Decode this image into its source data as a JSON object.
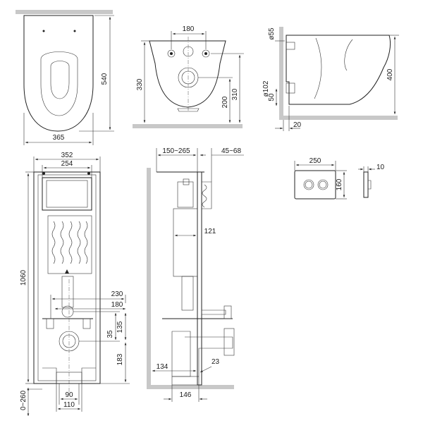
{
  "top_left_toilet_top_view": {
    "depth_label": "540",
    "width_label": "365"
  },
  "front_view_bowl": {
    "hole_spacing_label": "180",
    "height_label": "330",
    "outlet_height_label": "200",
    "inlet_height_label": "310"
  },
  "side_view_bowl": {
    "inlet_diameter_label": "ø55",
    "outlet_diameter_label": "ø102",
    "outlet_offset_label": "50",
    "height_label": "400",
    "wall_gap_label": "20"
  },
  "frame_front_view": {
    "frame_width_label": "352",
    "frame_inner_width_label": "254",
    "frame_height_label": "1060",
    "bolt_spacing_wide_label": "230",
    "bolt_spacing_label": "180",
    "outlet_offset_label": "35",
    "bolt_height_label": "135",
    "outlet_height_label": "183",
    "foot_width_label": "90",
    "foot_outer_width_label": "110",
    "leg_adjust_label": "0~260"
  },
  "frame_side_view": {
    "wall_distance_label": "150~265",
    "flush_depth_label": "45~68",
    "tank_depth_label": "121",
    "outlet_length_label": "134",
    "outlet_offset_label": "23",
    "floor_depth_label": "146"
  },
  "flush_plate": {
    "width_label": "250",
    "height_label": "160",
    "thickness_label": "10"
  }
}
